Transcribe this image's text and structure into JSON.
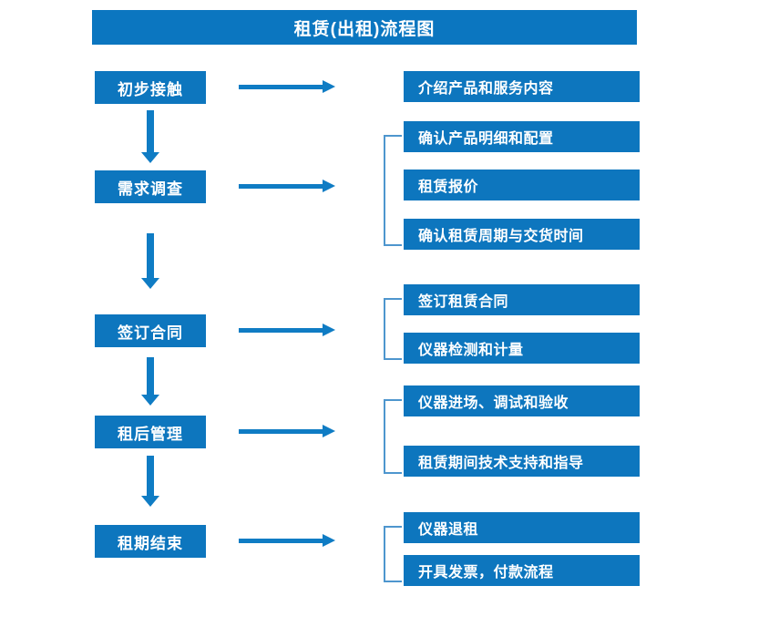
{
  "title": "租赁(出租)流程图",
  "colors": {
    "title_bar": "#0B76C0",
    "box_fill": "#0D76BE",
    "box_text": "#FFFFFF",
    "arrow": "#0F7CC4",
    "bracket": "#4E96CE",
    "background": "#FFFFFF"
  },
  "stages": [
    {
      "label": "初步接触"
    },
    {
      "label": "需求调查"
    },
    {
      "label": "签订合同"
    },
    {
      "label": "租后管理"
    },
    {
      "label": "租期结束"
    }
  ],
  "task_groups": [
    {
      "stage": "初步接触",
      "has_bracket": false,
      "tasks": [
        {
          "label": "介绍产品和服务内容"
        }
      ]
    },
    {
      "stage": "需求调查",
      "has_bracket": true,
      "tasks": [
        {
          "label": "确认产品明细和配置"
        },
        {
          "label": "租赁报价"
        },
        {
          "label": "确认租赁周期与交货时间"
        }
      ]
    },
    {
      "stage": "签订合同",
      "has_bracket": true,
      "tasks": [
        {
          "label": "签订租赁合同"
        },
        {
          "label": "仪器检测和计量"
        }
      ]
    },
    {
      "stage": "租后管理",
      "has_bracket": true,
      "tasks": [
        {
          "label": "仪器进场、调试和验收"
        },
        {
          "label": "租赁期间技术支持和指导"
        }
      ]
    },
    {
      "stage": "租期结束",
      "has_bracket": true,
      "tasks": [
        {
          "label": "仪器退租"
        },
        {
          "label": "开具发票，付款流程"
        }
      ]
    }
  ]
}
